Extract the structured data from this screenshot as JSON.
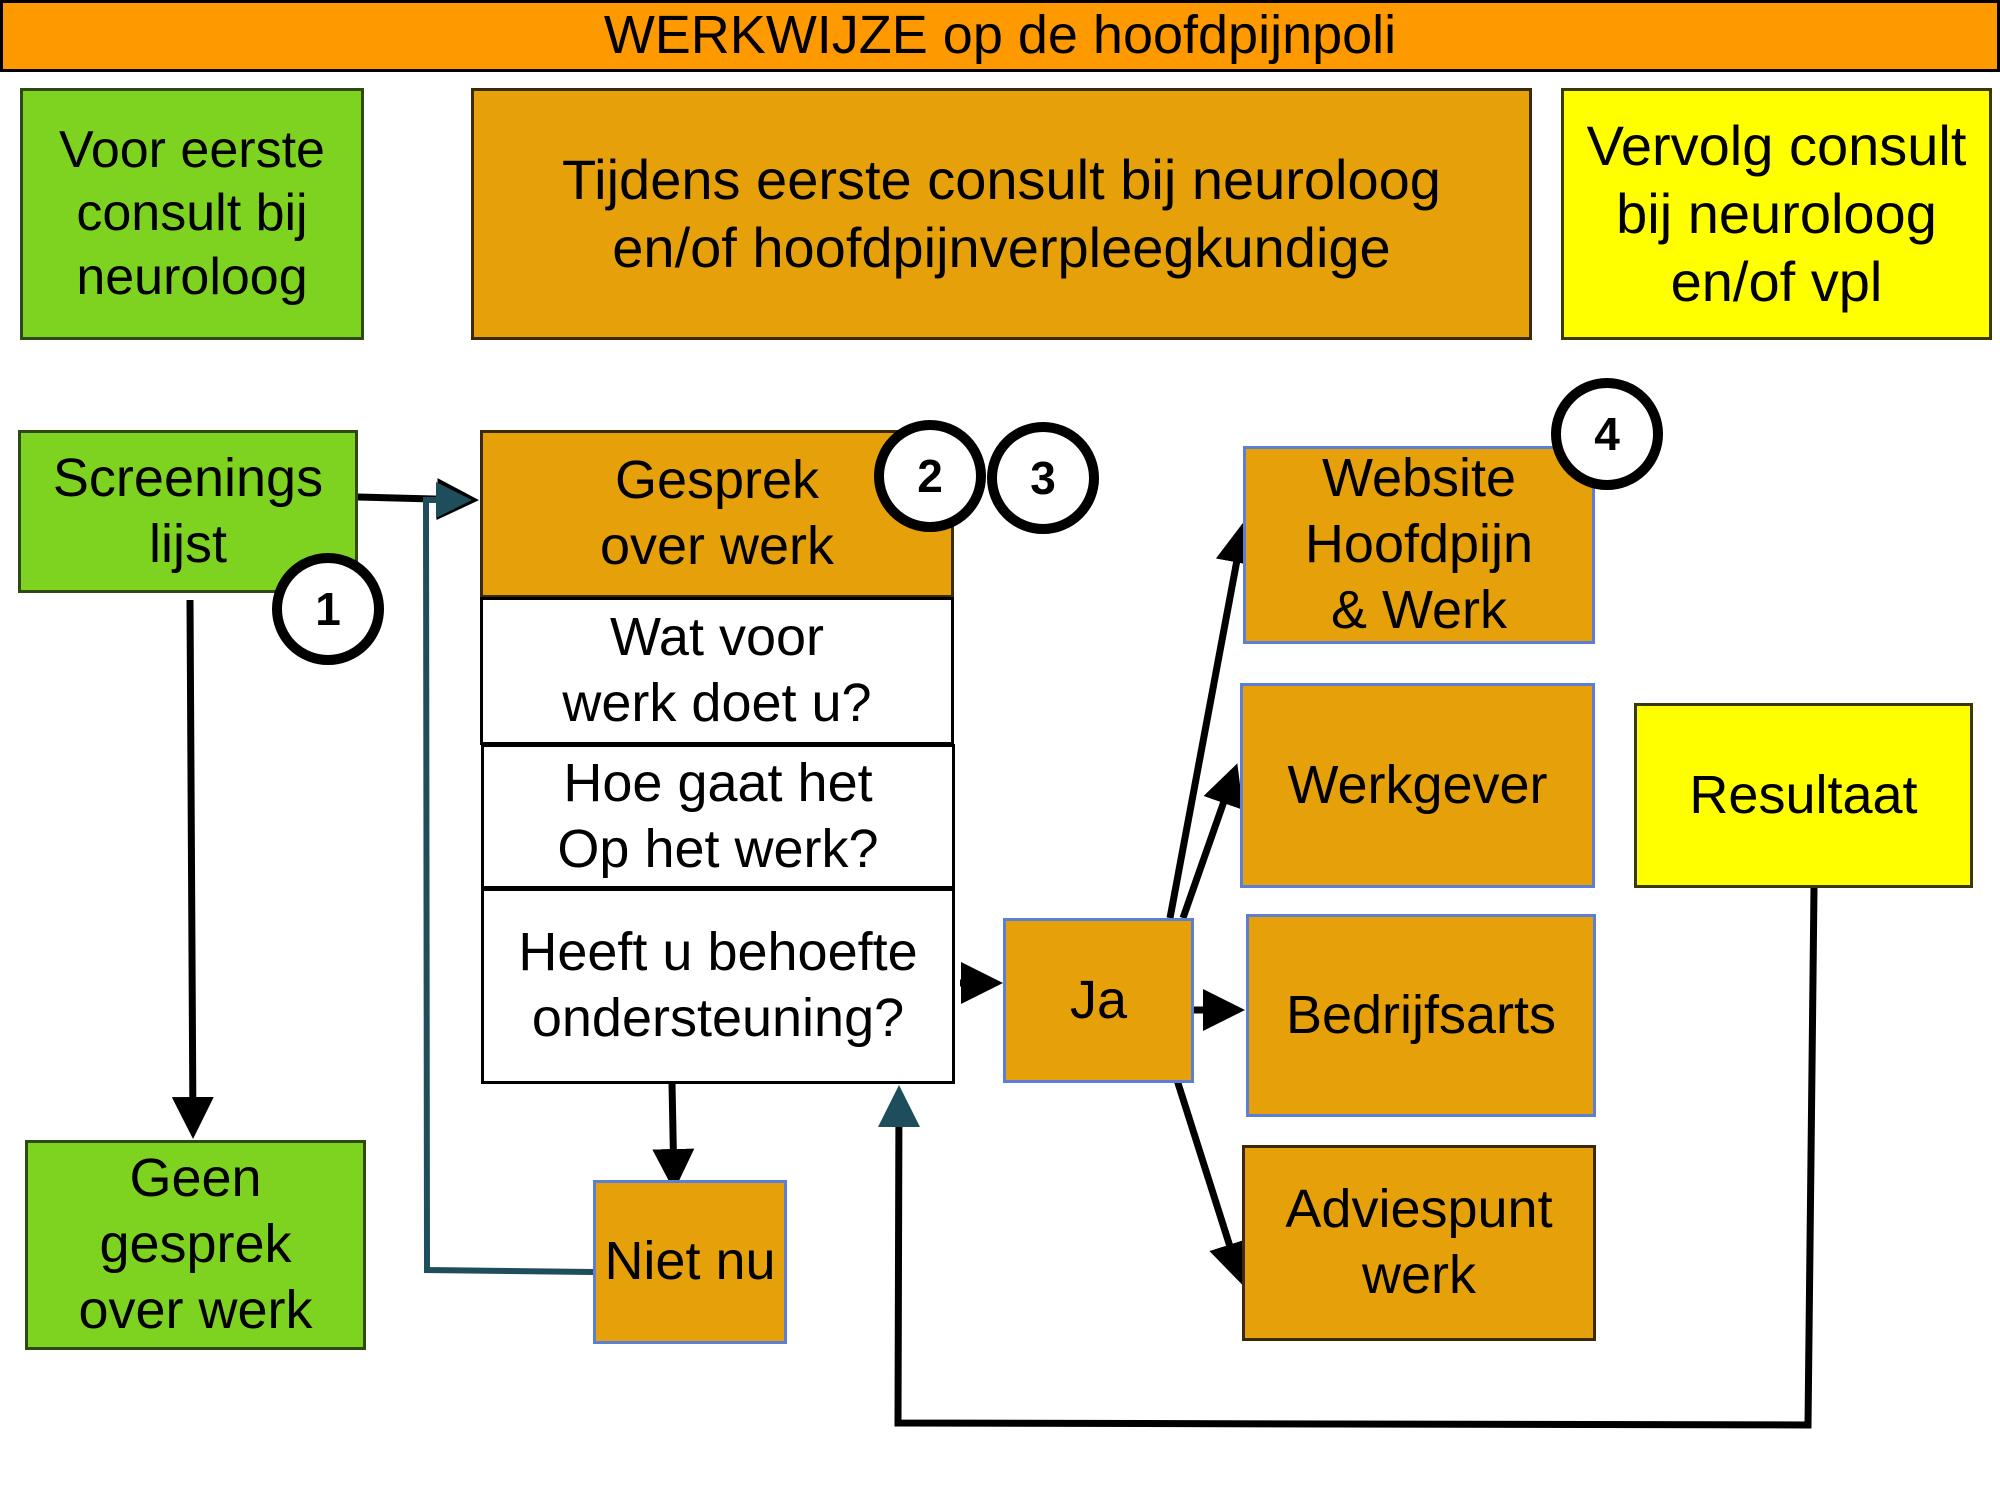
{
  "title": "WERKWIJZE op de hoofdpijnpoli",
  "columns": {
    "before": "Voor eerste\nconsult bij\nneuroloog",
    "during": "Tijdens eerste consult bij neuroloog\nen/of hoofdpijnverpleegkundige",
    "followup": "Vervolg consult\nbij neuroloog\nen/of vpl"
  },
  "nodes": {
    "screening": "Screenings\nlijst",
    "no_talk": "Geen\ngesprek\nover werk",
    "talk": "Gesprek\nover werk",
    "q1": "Wat voor\nwerk doet u?",
    "q2": "Hoe gaat het\nOp het werk?",
    "q3": "Heeft u behoefte\nondersteuning?",
    "not_now": "Niet nu",
    "yes": "Ja",
    "website": "Website\nHoofdpijn\n& Werk",
    "employer": "Werkgever",
    "company_doctor": "Bedrijfsarts",
    "advice": "Adviespunt\nwerk",
    "result": "Resultaat"
  },
  "badges": [
    "1",
    "2",
    "3",
    "4"
  ],
  "colors": {
    "header": "#ff9900",
    "green": "#7ed321",
    "orange": "#e6a10a",
    "yellow": "#ffff00",
    "loop_line": "#1e4d5c",
    "arrow": "#000000"
  }
}
